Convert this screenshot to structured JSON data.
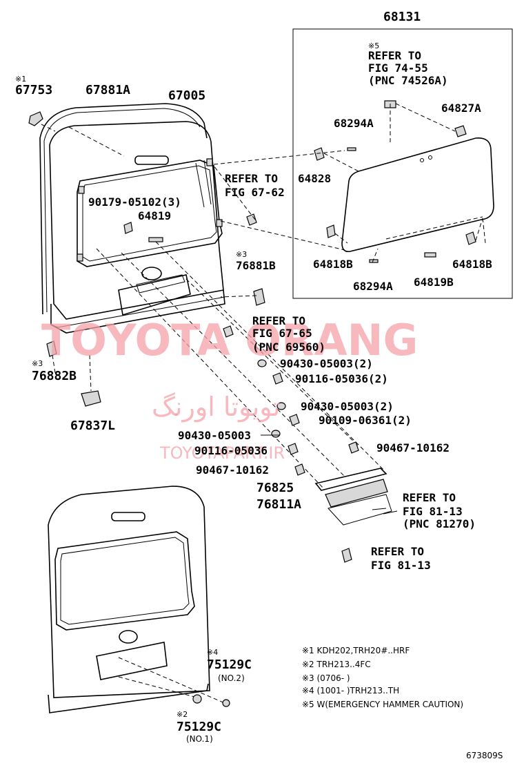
{
  "diagram_id": "673809S",
  "box_label": "68131",
  "refs": {
    "fig7455": {
      "mark": "※5",
      "line1": "REFER TO",
      "line2": "FIG 74-55",
      "line3": "(PNC 74526A)"
    },
    "fig6762": {
      "line1": "REFER TO",
      "line2": "FIG 67-62"
    },
    "fig6765": {
      "line1": "REFER TO",
      "line2": "FIG 67-65",
      "line3": "(PNC 69560)"
    },
    "fig8113a": {
      "line1": "REFER TO",
      "line2": "FIG 81-13",
      "line3": "(PNC 81270)"
    },
    "fig8113b": {
      "line1": "REFER TO",
      "line2": "FIG 81-13"
    }
  },
  "parts": {
    "p67753": {
      "mark": "※1",
      "code": "67753"
    },
    "p67881A": {
      "code": "67881A"
    },
    "p67005": {
      "code": "67005"
    },
    "p90179": {
      "code": "90179-05102(3)"
    },
    "p64819": {
      "code": "64819"
    },
    "p76881B": {
      "mark": "※3",
      "code": "76881B"
    },
    "p76882B": {
      "mark": "※3",
      "code": "76882B"
    },
    "p67837L": {
      "code": "67837L"
    },
    "p64827A": {
      "code": "64827A"
    },
    "p68294A_top": {
      "code": "68294A"
    },
    "p64828": {
      "code": "64828"
    },
    "p64818B_l": {
      "code": "64818B"
    },
    "p64818B_r": {
      "code": "64818B"
    },
    "p68294A_bot": {
      "code": "68294A"
    },
    "p64819B": {
      "code": "64819B"
    },
    "p90430_a": {
      "code": "90430-05003(2)"
    },
    "p90116_a": {
      "code": "90116-05036(2)"
    },
    "p90430_b": {
      "code": "90430-05003(2)"
    },
    "p90109": {
      "code": "90109-06361(2)"
    },
    "p90430_c": {
      "code": "90430-05003"
    },
    "p90116_b": {
      "code": "90116-05036"
    },
    "p90467_r": {
      "code": "90467-10162"
    },
    "p90467_l": {
      "code": "90467-10162"
    },
    "p76825": {
      "code": "76825"
    },
    "p76811A": {
      "code": "76811A"
    },
    "p75129C_top": {
      "mark": "※4",
      "code": "75129C",
      "sub": "(NO.2)"
    },
    "p75129C_bot": {
      "mark": "※2",
      "code": "75129C",
      "sub": "(NO.1)"
    }
  },
  "notes": [
    "※1 KDH202,TRH20#..HRF",
    "※2 TRH213..4FC",
    "※3 (0706-        )",
    "※4 (1001-        )TRH213..TH",
    "※5 W(EMERGENCY HAMMER CAUTION)"
  ],
  "watermark": {
    "en": "TOYOTA ORANG",
    "fa": "تویوتا اورنگ",
    "url": "TOYOTAPART.IR"
  }
}
